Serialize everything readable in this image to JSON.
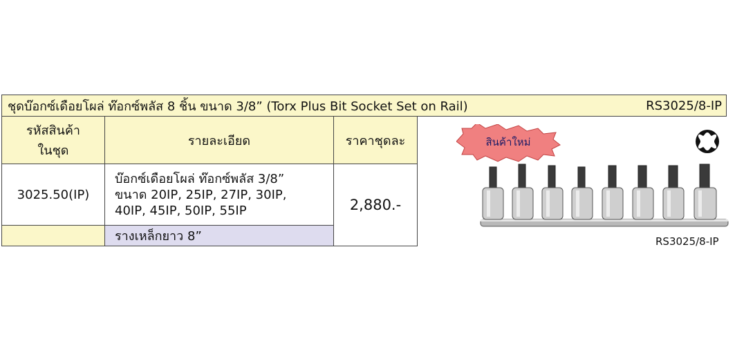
{
  "header": {
    "title": "ชุดบ๊อกซ์เดือยโผล่ ท๊อกซ์พลัส 8 ชิ้น ขนาด 3/8” (Torx Plus Bit Socket Set on Rail)",
    "model": "RS3025/8-IP"
  },
  "table": {
    "headers": {
      "code_line1": "รหัสสินค้า",
      "code_line2": "ในชุด",
      "details": "รายละเอียด",
      "price": "ราคาชุดละ"
    },
    "row": {
      "code": "3025.50(IP)",
      "detail_line1": "บ๊อกซ์เดือยโผล่ ท๊อกซ์พลัส 3/8”",
      "detail_line2": "ขนาด 20IP, 25IP, 27IP, 30IP,",
      "detail_line3": "40IP, 45IP, 50IP, 55IP",
      "price": "2,880.-"
    },
    "rail_row": {
      "detail": "รางเหล็กยาว 8”"
    }
  },
  "product": {
    "badge": "สินค้าใหม่",
    "caption": "RS3025/8-IP",
    "badge_color": "#f08080",
    "icon": "torx-plus-icon"
  }
}
